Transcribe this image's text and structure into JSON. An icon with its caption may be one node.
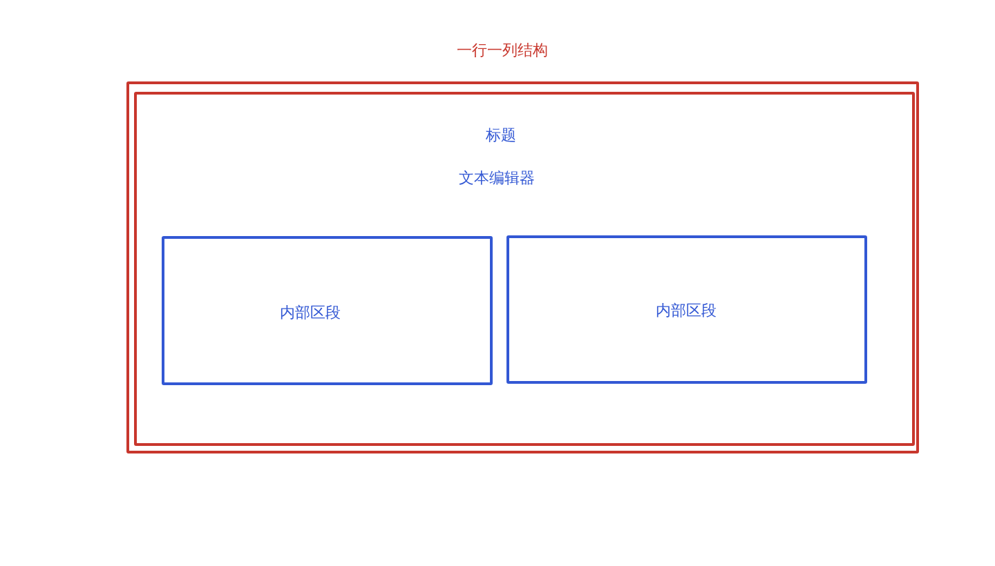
{
  "diagram": {
    "nodes": [
      {
        "text": [
          "一行一列结构"
        ]
      },
      {
        "text": [
          "标题",
          "文本编辑器"
        ],
        "in": 0
      },
      {
        "text": [
          "内部区段"
        ],
        "in": 1
      },
      {
        "text": [
          "内部区段"
        ],
        "in": 1
      }
    ]
  }
}
